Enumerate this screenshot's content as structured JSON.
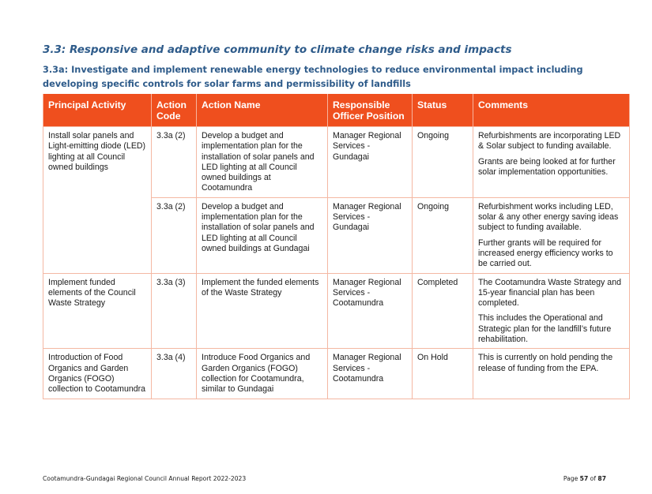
{
  "heading": "3.3: Responsive and adaptive community to climate change risks and impacts",
  "subheading": "3.3a: Investigate and implement renewable energy technologies to reduce environmental impact including developing specific controls for solar farms and permissibility of landfills",
  "table": {
    "headers": [
      "Principal Activity",
      "Action Code",
      "Action Name",
      "Responsible Officer Position",
      "Status",
      "Comments"
    ],
    "rows": [
      {
        "activity": "Install solar panels and Light-emitting diode (LED) lighting at all Council owned buildings",
        "code": "3.3a (2)",
        "action": "Develop a budget and implementation plan for the installation of solar panels and LED lighting at all Council owned buildings at Cootamundra",
        "officer": "Manager Regional Services - Gundagai",
        "status": "Ongoing",
        "comments": [
          "Refurbishments are incorporating LED & Solar subject to funding available.",
          "Grants are being looked at for further solar implementation opportunities."
        ]
      },
      {
        "activity": "",
        "code": "3.3a (2)",
        "action": "Develop a budget and implementation plan for the installation of solar panels and LED lighting at all Council owned buildings at Gundagai",
        "officer": "Manager Regional Services - Gundagai",
        "status": "Ongoing",
        "comments": [
          "Refurbishment works including LED, solar & any other energy saving ideas subject to funding available.",
          "Further grants will be required for increased energy efficiency works to be carried out."
        ]
      },
      {
        "activity": "Implement funded elements of the Council Waste Strategy",
        "code": "3.3a (3)",
        "action": "Implement the funded elements of the Waste Strategy",
        "officer": "Manager Regional Services - Cootamundra",
        "status": "Completed",
        "comments": [
          "The Cootamundra Waste Strategy and 15-year financial plan has been completed.",
          "This includes the Operational and Strategic plan for the landfill’s future rehabilitation."
        ]
      },
      {
        "activity": "Introduction of Food Organics and Garden Organics (FOGO) collection to Cootamundra",
        "code": "3.3a (4)",
        "action": "Introduce Food Organics and Garden Organics (FOGO) collection for Cootamundra, similar to Gundagai",
        "officer": "Manager Regional Services - Cootamundra",
        "status": "On Hold",
        "comments": [
          "This is currently on hold pending the release of funding from the EPA."
        ]
      }
    ]
  },
  "footer": {
    "left": "Cootamundra-Gundagai Regional Council Annual Report 2022-2023",
    "page_prefix": "Page",
    "page_number": "57",
    "page_of": "of",
    "page_total": "87"
  }
}
